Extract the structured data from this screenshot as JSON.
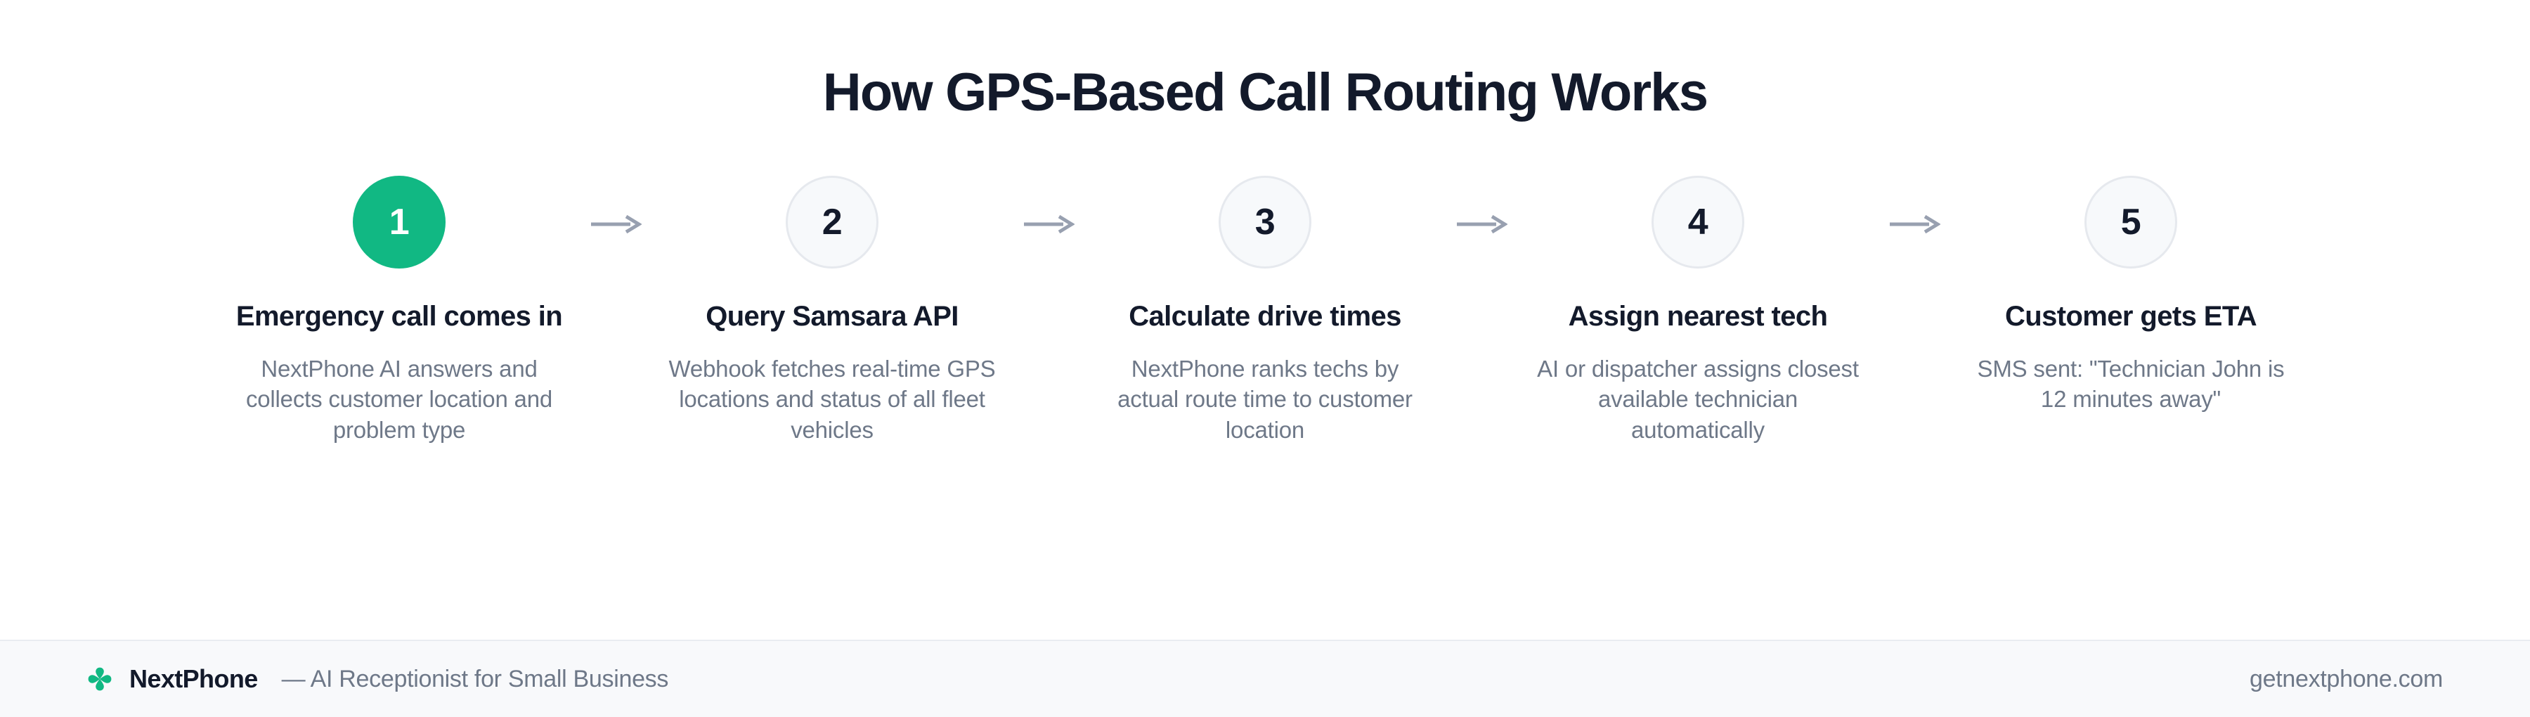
{
  "page": {
    "title": "How GPS-Based Call Routing Works",
    "background_color": "#ffffff",
    "title_color": "#131a2b",
    "accent_color": "#11b883",
    "muted_text_color": "#6e7888"
  },
  "flow": {
    "connector_icon": "arrow-right-icon",
    "connector_color": "#98a0b0",
    "steps": [
      {
        "number": "1",
        "title": "Emergency call comes in",
        "description": "NextPhone AI answers and collects customer location and problem type",
        "state": "active"
      },
      {
        "number": "2",
        "title": "Query Samsara API",
        "description": "Webhook fetches real-time GPS locations and status of all fleet vehicles",
        "state": "inactive"
      },
      {
        "number": "3",
        "title": "Calculate drive times",
        "description": "NextPhone ranks techs by actual route time to customer location",
        "state": "inactive"
      },
      {
        "number": "4",
        "title": "Assign nearest tech",
        "description": "AI or dispatcher assigns closest available technician automatically",
        "state": "inactive"
      },
      {
        "number": "5",
        "title": "Customer gets ETA",
        "description": "SMS sent: \"Technician John is 12 minutes away\"",
        "state": "inactive"
      }
    ]
  },
  "footer": {
    "logo_icon": "clover-logo-icon",
    "logo_color": "#11b883",
    "brand_name": "NextPhone",
    "tagline": "— AI Receptionist for Small Business",
    "url": "getnextphone.com"
  }
}
